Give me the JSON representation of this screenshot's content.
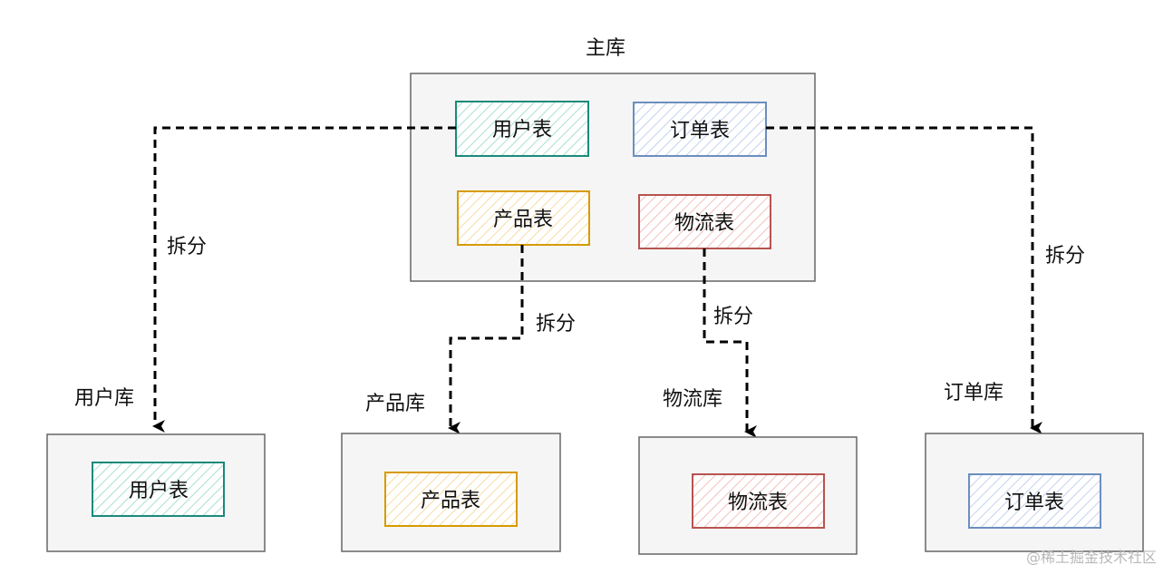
{
  "main_db": {
    "label": "主库",
    "tables": {
      "user": "用户表",
      "order": "订单表",
      "product": "产品表",
      "logistics": "物流表"
    }
  },
  "split_label": "拆分",
  "sub_dbs": {
    "user": {
      "label": "用户库",
      "table": "用户表"
    },
    "product": {
      "label": "产品库",
      "table": "产品表"
    },
    "logistics": {
      "label": "物流库",
      "table": "物流表"
    },
    "order": {
      "label": "订单库",
      "table": "订单表"
    }
  },
  "colors": {
    "db_fill": "#f5f5f5",
    "db_stroke": "#666666",
    "user_stroke": "#1a8a7a",
    "user_fill": "#d6f2ea",
    "order_stroke": "#6c8ebf",
    "order_fill": "#dde6f6",
    "product_stroke": "#d79b00",
    "product_fill": "#fdeecb",
    "logistics_stroke": "#b85450",
    "logistics_fill": "#f8d7d5",
    "arrow": "#000000"
  },
  "watermark": "@稀土掘金技术社区"
}
